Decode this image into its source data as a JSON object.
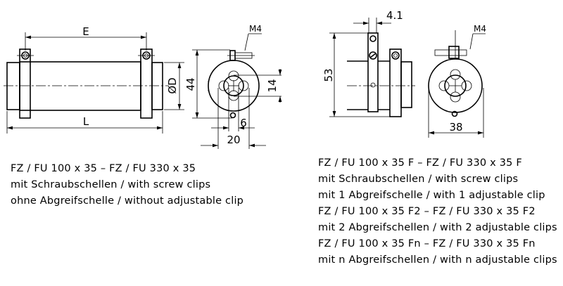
{
  "left_drawing": {
    "dim_e": "E",
    "dim_l": "L",
    "dim_d": "ØD",
    "dim_44": "44",
    "dim_14": "14",
    "dim_6": "6",
    "dim_20": "20",
    "thread": "M4"
  },
  "right_drawing": {
    "dim_41": "4.1",
    "dim_53": "53",
    "dim_38": "38",
    "thread": "M4"
  },
  "left_caption": [
    "FZ / FU 100 x 35 – FZ / FU 330 x 35",
    "mit Schraubschellen / with screw clips",
    "ohne Abgreifschelle / without adjustable clip"
  ],
  "right_caption": [
    "FZ / FU 100 x 35 F – FZ / FU 330 x 35 F",
    "mit Schraubschellen / with screw clips",
    "mit 1 Abgreifschelle / with 1 adjustable clip",
    "FZ / FU 100 x 35 F2 – FZ / FU 330 x 35 F2",
    "mit 2 Abgreifschellen / with 2 adjustable clips",
    "FZ / FU 100 x 35 Fn – FZ / FU 330 x 35 Fn",
    "mit n Abgreifschellen / with n adjustable clips"
  ]
}
